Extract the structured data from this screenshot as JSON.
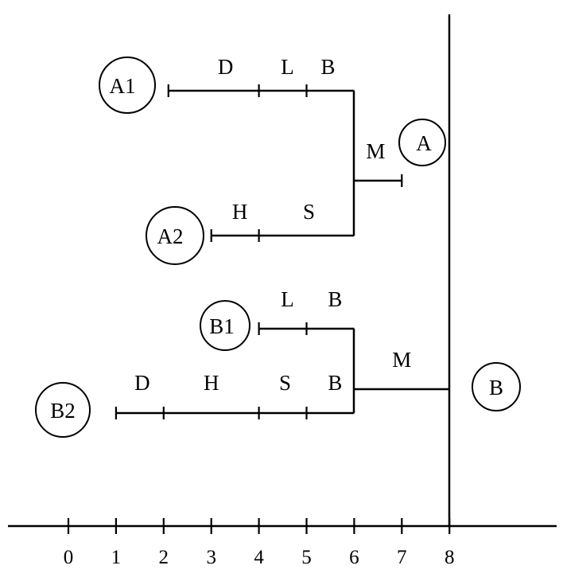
{
  "axis": {
    "ticks": [
      "0",
      "1",
      "2",
      "3",
      "4",
      "5",
      "6",
      "7",
      "8"
    ]
  },
  "nodes": {
    "A1": "A1",
    "A2": "A2",
    "A": "A",
    "B1": "B1",
    "B2": "B2",
    "B": "B"
  },
  "branches": [
    {
      "id": "A1",
      "start": 2.1,
      "end": 6,
      "ticks": [
        4,
        5
      ],
      "labels": [
        {
          "text": "D",
          "at": 3.3
        },
        {
          "text": "L",
          "at": 4.6
        },
        {
          "text": "B",
          "at": 5.45
        }
      ]
    },
    {
      "id": "A2",
      "start": 3,
      "end": 6,
      "ticks": [
        4
      ],
      "labels": [
        {
          "text": "H",
          "at": 3.6
        },
        {
          "text": "S",
          "at": 5.05
        }
      ]
    },
    {
      "id": "A",
      "start": 6,
      "end": 7,
      "ticks": [],
      "labels": [
        {
          "text": "M",
          "at": 6.45
        }
      ]
    },
    {
      "id": "B1",
      "start": 4,
      "end": 6,
      "ticks": [
        5
      ],
      "labels": [
        {
          "text": "L",
          "at": 4.6
        },
        {
          "text": "B",
          "at": 5.6
        }
      ]
    },
    {
      "id": "B2",
      "start": 1,
      "end": 6,
      "ticks": [
        2,
        4,
        5
      ],
      "labels": [
        {
          "text": "D",
          "at": 1.55
        },
        {
          "text": "H",
          "at": 3
        },
        {
          "text": "S",
          "at": 4.55
        },
        {
          "text": "B",
          "at": 5.6
        }
      ]
    },
    {
      "id": "B",
      "start": 6,
      "end": 8,
      "ticks": [],
      "labels": [
        {
          "text": "M",
          "at": 7
        }
      ]
    }
  ]
}
